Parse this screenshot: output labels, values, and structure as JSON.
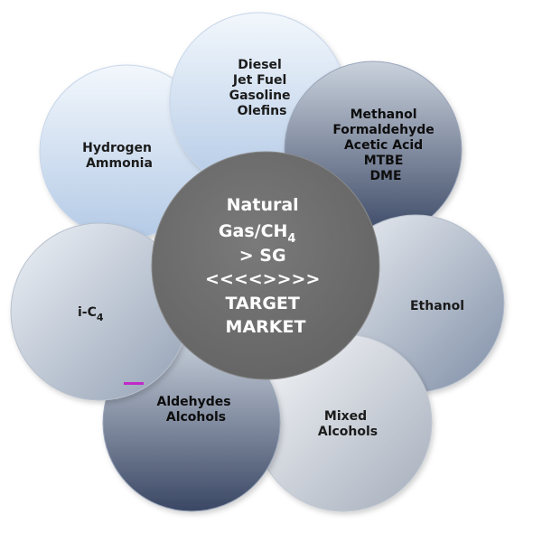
{
  "center": {
    "lines": [
      "Natural",
      "Gas/CH",
      "> SG",
      "<<<<>>>>",
      "TARGET",
      "MARKET"
    ],
    "subscript": "4",
    "color": "#6f6f6f"
  },
  "petals": [
    {
      "id": "diesel",
      "lines": [
        "Diesel",
        "Jet Fuel",
        "Gasoline",
        "Olefins"
      ]
    },
    {
      "id": "methanol",
      "lines": [
        "Methanol",
        "Formaldehyde",
        "Acetic Acid",
        "MTBE",
        "DME"
      ]
    },
    {
      "id": "ethanol",
      "lines": [
        "Ethanol"
      ]
    },
    {
      "id": "mixed-alcohols",
      "lines": [
        "Mixed",
        "Alcohols"
      ]
    },
    {
      "id": "aldehydes-alcohols",
      "lines": [
        "Aldehydes",
        "Alcohols"
      ]
    },
    {
      "id": "i-c4",
      "lines": [
        "i-C"
      ],
      "subscript": "4"
    },
    {
      "id": "hydrogen-ammonia",
      "lines": [
        "Hydrogen",
        "Ammonia"
      ]
    }
  ],
  "colors": {
    "light_blue_top": "#eef4fb",
    "light_blue_bottom": "#b7cde8",
    "dark_slate_top": "#c3ccd8",
    "dark_slate_bottom": "#3d4a66",
    "silver_top": "#f4f6f9",
    "silver_bottom": "#9aa5b5",
    "center": "#6f6f6f"
  }
}
